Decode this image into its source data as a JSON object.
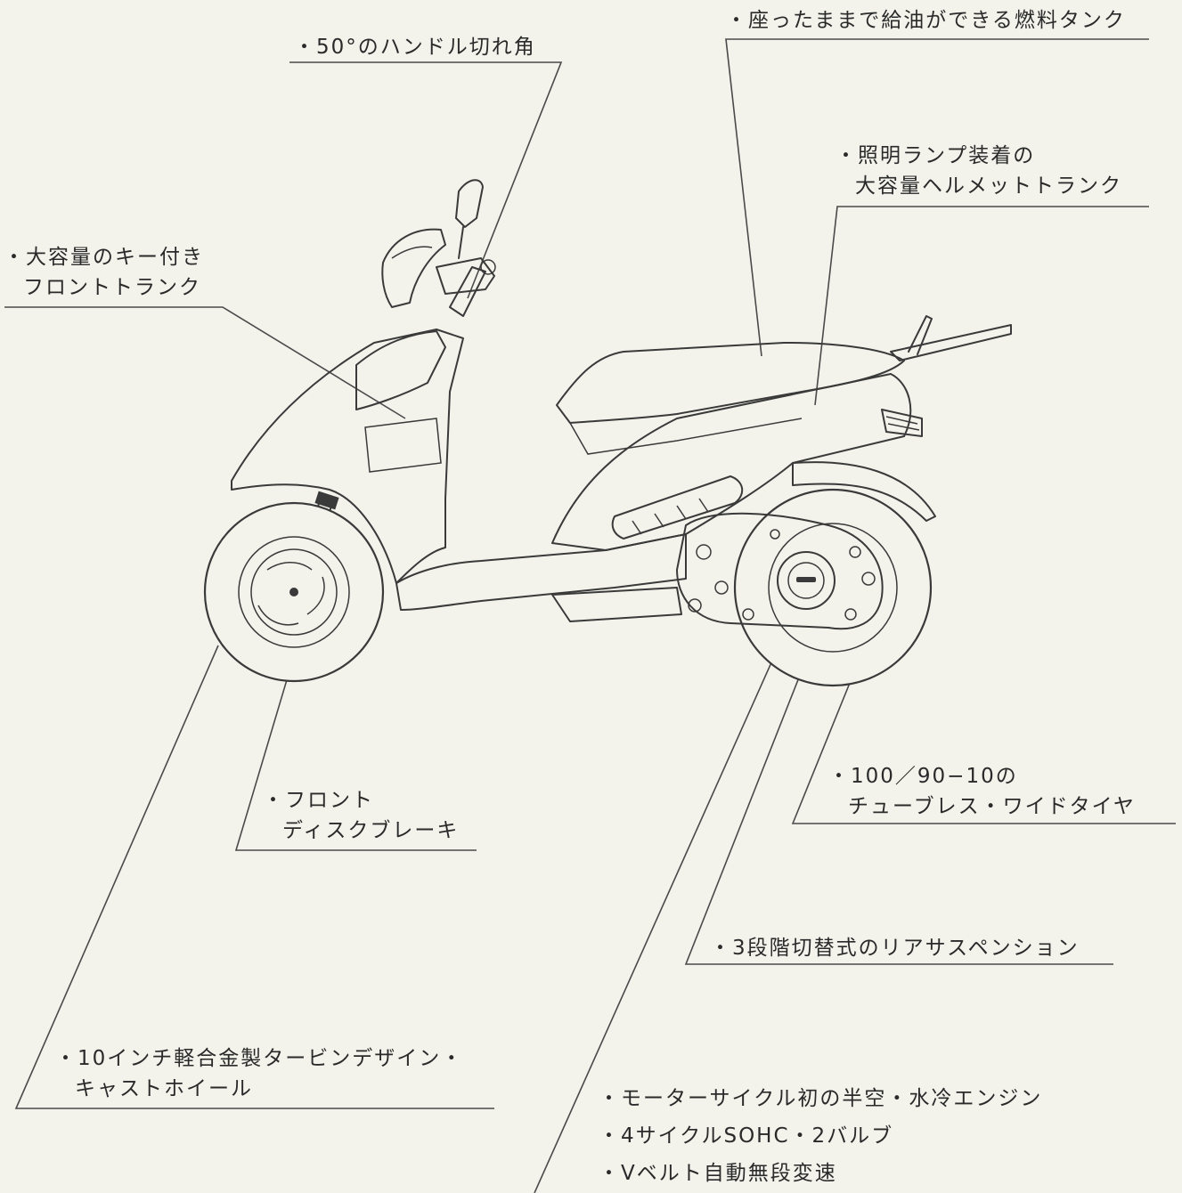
{
  "labels": {
    "fuel_tank": "・座ったままで給油ができる燃料タンク",
    "handle_angle": "・50°のハンドル切れ角",
    "helmet_trunk": [
      "・照明ランプ装着の",
      "大容量ヘルメットトランク"
    ],
    "front_trunk": [
      "・大容量のキー付き",
      "フロントトランク"
    ],
    "front_brake": [
      "・フロント",
      "ディスクブレーキ"
    ],
    "tire": [
      "・100／90−10の",
      "チューブレス・ワイドタイヤ"
    ],
    "rear_suspension": "・3段階切替式のリアサスペンション",
    "wheel": [
      "・10インチ軽合金製タービンデザイン・",
      "キャストホイール"
    ],
    "engine": [
      "・モーターサイクル初の半空・水冷エンジン",
      "・4サイクルSOHC・2バルブ",
      "・Vベルト自動無段変速"
    ]
  },
  "colors": {
    "background": "#f3f3ec",
    "ink": "#2a2a2a"
  }
}
